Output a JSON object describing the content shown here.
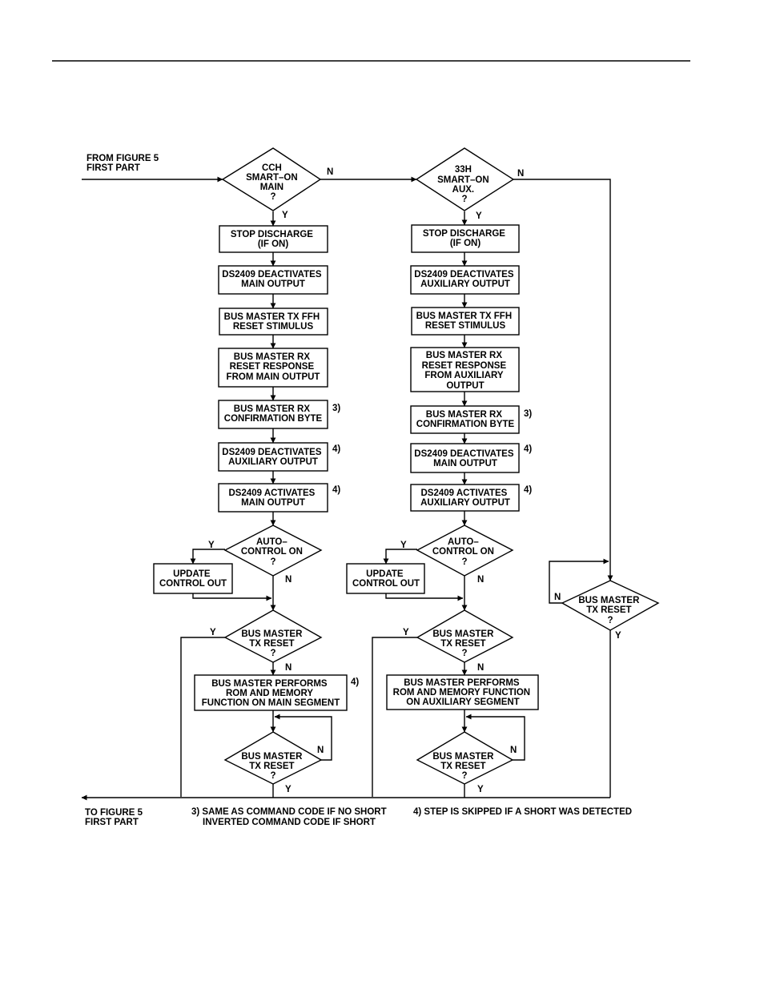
{
  "labels": {
    "from_figure": [
      "FROM FIGURE 5",
      "FIRST PART"
    ],
    "to_figure": [
      "TO FIGURE 5",
      "FIRST PART"
    ],
    "yes": "Y",
    "no": "N"
  },
  "left_column": {
    "decision_cch": [
      "CCH",
      "SMART–ON",
      "MAIN",
      "?"
    ],
    "stop_discharge": [
      "STOP DISCHARGE",
      "(IF ON)"
    ],
    "deactivate_main": [
      "DS2409 DEACTIVATES",
      "MAIN OUTPUT"
    ],
    "tx_ffh": [
      "BUS MASTER TX FFH",
      "RESET STIMULUS"
    ],
    "rx_reset": [
      "BUS MASTER RX",
      "RESET RESPONSE",
      "FROM MAIN OUTPUT"
    ],
    "rx_confirm": [
      "BUS MASTER RX",
      "CONFIRMATION BYTE"
    ],
    "rx_confirm_note": "3)",
    "deactivate_aux": [
      "DS2409 DEACTIVATES",
      "AUXILIARY OUTPUT"
    ],
    "deactivate_aux_note": "4)",
    "activate_main": [
      "DS2409 ACTIVATES",
      "MAIN OUTPUT"
    ],
    "activate_main_note": "4)",
    "auto_control": [
      "AUTO–",
      "CONTROL ON",
      "?"
    ],
    "update_control": [
      "UPDATE",
      "CONTROL OUT"
    ],
    "tx_reset_1": [
      "BUS MASTER",
      "TX RESET",
      "?"
    ],
    "performs": [
      "BUS MASTER PERFORMS",
      "ROM AND MEMORY",
      "FUNCTION ON MAIN SEGMENT"
    ],
    "performs_note": "4)",
    "tx_reset_2": [
      "BUS MASTER",
      "TX RESET",
      "?"
    ]
  },
  "mid_column": {
    "decision_33h": [
      "33H",
      "SMART–ON",
      "AUX.",
      "?"
    ],
    "stop_discharge": [
      "STOP DISCHARGE",
      "(IF ON)"
    ],
    "deactivate_aux": [
      "DS2409 DEACTIVATES",
      "AUXILIARY OUTPUT"
    ],
    "tx_ffh": [
      "BUS MASTER TX FFH",
      "RESET STIMULUS"
    ],
    "rx_reset": [
      "BUS MASTER RX",
      "RESET RESPONSE",
      "FROM AUXILIARY",
      "OUTPUT"
    ],
    "rx_confirm": [
      "BUS MASTER RX",
      "CONFIRMATION BYTE"
    ],
    "rx_confirm_note": "3)",
    "deactivate_main": [
      "DS2409 DEACTIVATES",
      "MAIN OUTPUT"
    ],
    "deactivate_main_note": "4)",
    "activate_aux": [
      "DS2409 ACTIVATES",
      "AUXILIARY OUTPUT"
    ],
    "activate_aux_note": "4)",
    "auto_control": [
      "AUTO–",
      "CONTROL ON",
      "?"
    ],
    "update_control": [
      "UPDATE",
      "CONTROL OUT"
    ],
    "tx_reset_1": [
      "BUS MASTER",
      "TX RESET",
      "?"
    ],
    "performs": [
      "BUS MASTER PERFORMS",
      "ROM AND MEMORY FUNCTION",
      "ON AUXILIARY SEGMENT"
    ],
    "tx_reset_2": [
      "BUS MASTER",
      "TX RESET",
      "?"
    ]
  },
  "right_column": {
    "tx_reset": [
      "BUS MASTER",
      "TX RESET",
      "?"
    ]
  },
  "footnotes": {
    "note3": [
      "3) SAME AS COMMAND CODE IF NO SHORT",
      "INVERTED COMMAND CODE IF SHORT"
    ],
    "note4": "4) STEP IS SKIPPED IF A SHORT WAS DETECTED"
  }
}
